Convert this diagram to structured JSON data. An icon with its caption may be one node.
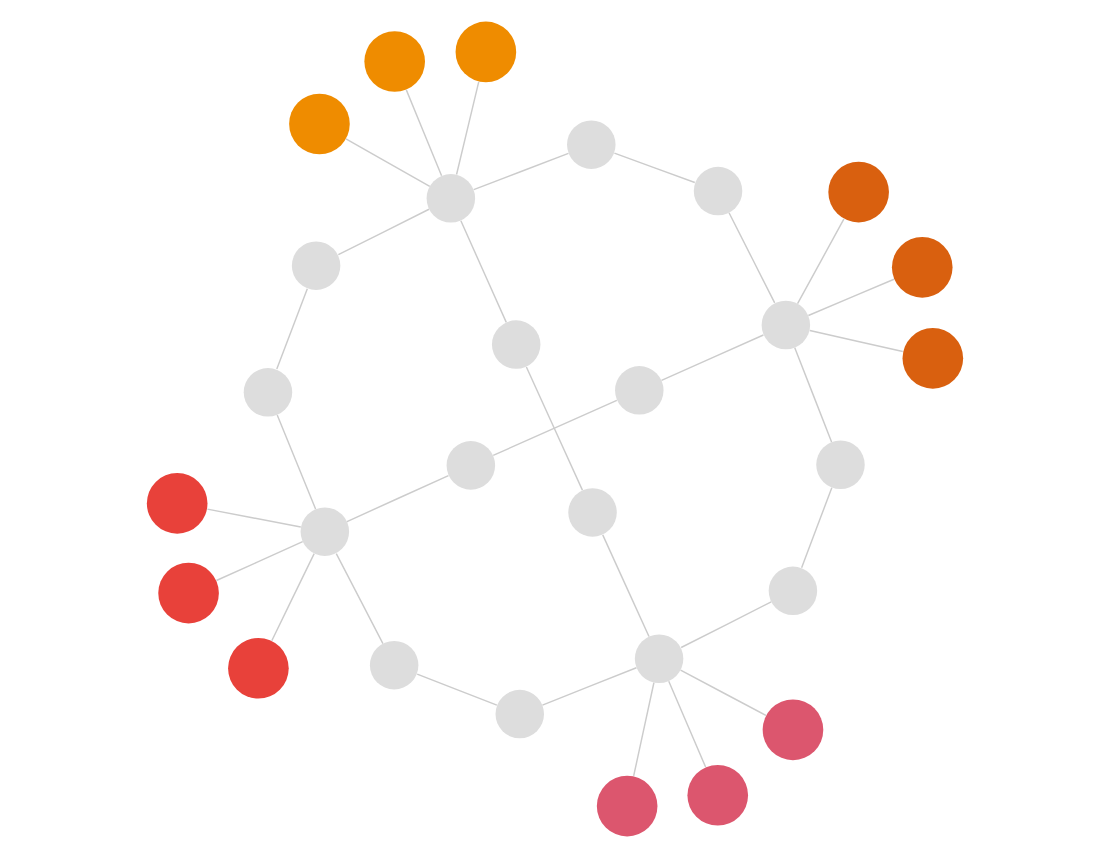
{
  "diagram": {
    "nodes": [
      {
        "text": [],
        "shape": "circle"
      },
      {
        "text": [],
        "shape": "circle"
      },
      {
        "text": [],
        "shape": "circle"
      },
      {
        "text": [],
        "shape": "circle"
      },
      {
        "text": [],
        "shape": "circle"
      },
      {
        "text": [],
        "shape": "circle"
      },
      {
        "text": [],
        "shape": "circle"
      },
      {
        "text": [],
        "shape": "circle"
      },
      {
        "text": [],
        "shape": "circle"
      },
      {
        "text": [],
        "shape": "circle"
      },
      {
        "text": [],
        "shape": "circle"
      },
      {
        "text": [],
        "shape": "circle"
      },
      {
        "text": [],
        "shape": "circle"
      },
      {
        "text": [],
        "shape": "circle"
      },
      {
        "text": [],
        "shape": "circle"
      },
      {
        "text": [],
        "shape": "circle"
      },
      {
        "text": [],
        "shape": "circle"
      },
      {
        "text": [],
        "shape": "circle"
      },
      {
        "text": [],
        "shape": "circle"
      },
      {
        "text": [],
        "shape": "circle"
      },
      {
        "text": [],
        "shape": "circle"
      },
      {
        "text": [],
        "shape": "circle"
      },
      {
        "text": [],
        "shape": "circle"
      },
      {
        "text": [],
        "shape": "circle"
      },
      {
        "text": [],
        "shape": "circle"
      },
      {
        "text": [],
        "shape": "circle"
      },
      {
        "text": [],
        "shape": "circle"
      },
      {
        "text": [],
        "shape": "circle"
      }
    ],
    "edges": [
      {
        "from": 3,
        "to": 0,
        "arrow": "none"
      },
      {
        "from": 3,
        "to": 1,
        "arrow": "none"
      },
      {
        "from": 3,
        "to": 2,
        "arrow": "none"
      },
      {
        "from": 3,
        "to": 4,
        "arrow": "none"
      },
      {
        "from": 3,
        "to": 5,
        "arrow": "none"
      },
      {
        "from": 3,
        "to": 8,
        "arrow": "none"
      },
      {
        "from": 4,
        "to": 9,
        "arrow": "none"
      },
      {
        "from": 5,
        "to": 10,
        "arrow": "none"
      },
      {
        "from": 9,
        "to": 11,
        "arrow": "none"
      },
      {
        "from": 10,
        "to": 14,
        "arrow": "none"
      },
      {
        "from": 11,
        "to": 6,
        "arrow": "none"
      },
      {
        "from": 11,
        "to": 15,
        "arrow": "none"
      },
      {
        "from": 11,
        "to": 22,
        "arrow": "none"
      },
      {
        "from": 14,
        "to": 7,
        "arrow": "none"
      },
      {
        "from": 14,
        "to": 16,
        "arrow": "none"
      },
      {
        "from": 14,
        "to": 23,
        "arrow": "none"
      },
      {
        "from": 11,
        "to": 12,
        "arrow": "none"
      },
      {
        "from": 12,
        "to": 13,
        "arrow": "none"
      },
      {
        "from": 13,
        "to": 14,
        "arrow": "none"
      },
      {
        "from": 8,
        "to": 19,
        "arrow": "none"
      },
      {
        "from": 11,
        "to": 17,
        "arrow": "none"
      },
      {
        "from": 14,
        "to": 18,
        "arrow": "none"
      },
      {
        "from": 17,
        "to": 20,
        "arrow": "none"
      },
      {
        "from": 18,
        "to": 21,
        "arrow": "none"
      },
      {
        "from": 20,
        "to": 24,
        "arrow": "none"
      },
      {
        "from": 21,
        "to": 24,
        "arrow": "none"
      },
      {
        "from": 19,
        "to": 24,
        "arrow": "none"
      },
      {
        "from": 24,
        "to": 25,
        "arrow": "none"
      },
      {
        "from": 24,
        "to": 26,
        "arrow": "none"
      },
      {
        "from": 24,
        "to": 27,
        "arrow": "none"
      }
    ]
  }
}
